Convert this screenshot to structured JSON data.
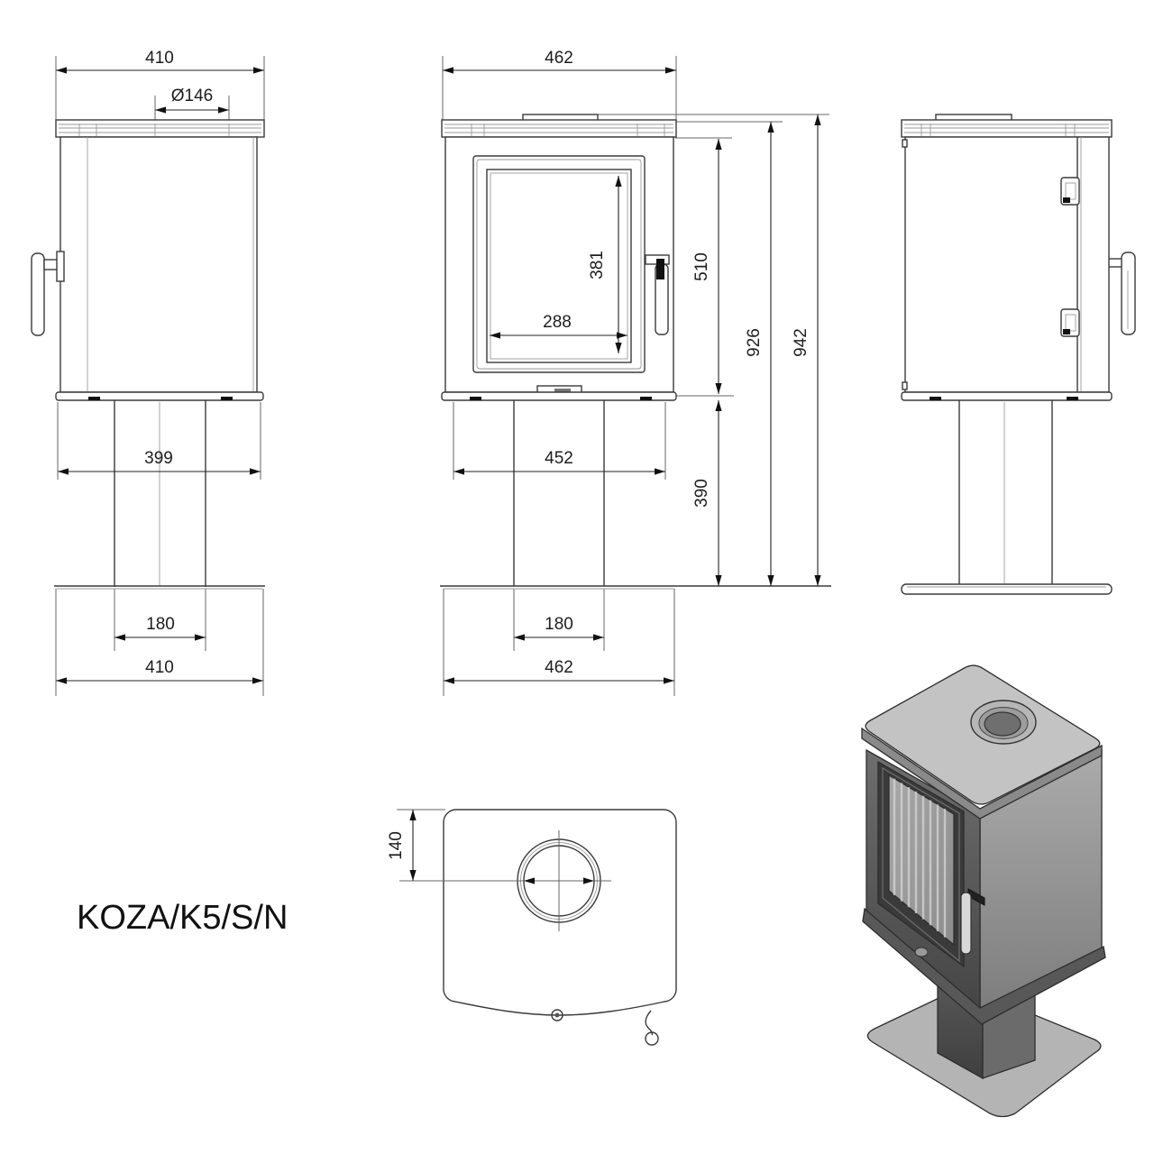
{
  "model_label": "KOZA/K5/S/N",
  "colors": {
    "background": "#ffffff",
    "line": "#3a3a3a",
    "dimension_text": "#1d1d1d",
    "iso_top_plate": "#c3c3c3",
    "iso_front_face": "#565656",
    "iso_right_face": "#9d9d9d",
    "iso_base_plate": "#b4b4b4"
  },
  "views": {
    "left": {
      "dims": {
        "top_width": "410",
        "flue_diameter": "Ø146",
        "body_bottom_width": "399",
        "pedestal_width": "180",
        "base_width": "410"
      }
    },
    "front": {
      "dims": {
        "top_width": "462",
        "glass_height": "381",
        "glass_width": "288",
        "body_height": "510",
        "body_bottom_width": "452",
        "pedestal_height": "390",
        "height_to_top_plate": "926",
        "total_height": "942",
        "pedestal_width": "180",
        "base_width": "462"
      }
    },
    "top": {
      "dims": {
        "flue_center_offset": "140"
      }
    }
  }
}
